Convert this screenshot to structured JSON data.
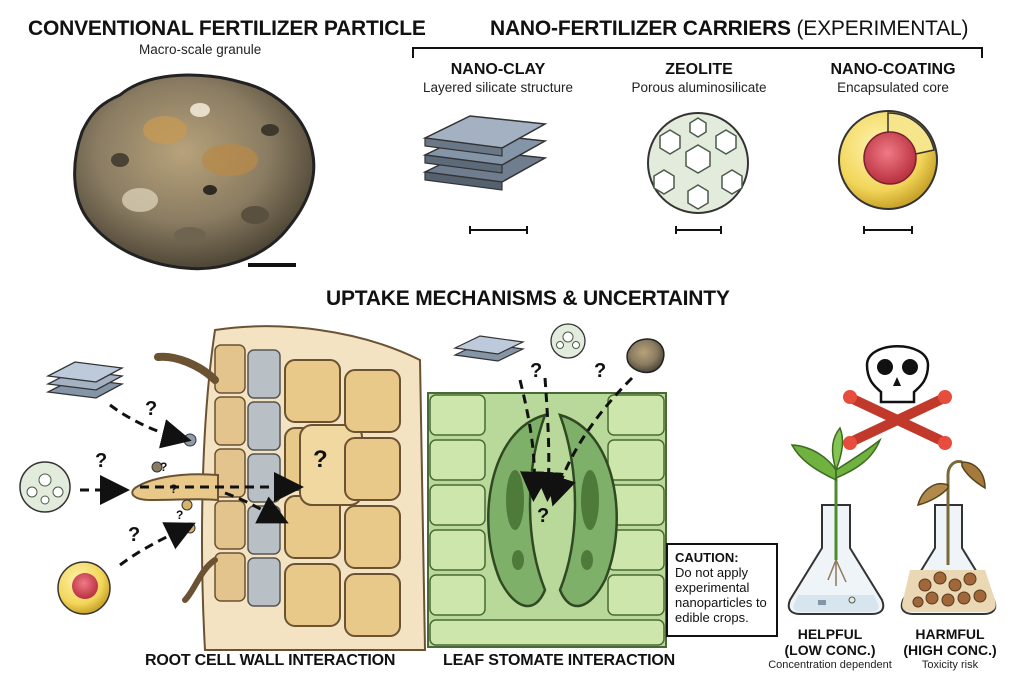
{
  "conventional": {
    "title": "CONVENTIONAL FERTILIZER PARTICLE",
    "subtitle": "Macro-scale granule"
  },
  "nano": {
    "title": "NANO-FERTILIZER CARRIERS",
    "title_suffix": "(EXPERIMENTAL)",
    "carriers": [
      {
        "name": "NANO-CLAY",
        "desc": "Layered silicate structure",
        "icon": "nano-clay-icon"
      },
      {
        "name": "ZEOLITE",
        "desc": "Porous aluminosilicate",
        "icon": "zeolite-icon"
      },
      {
        "name": "NANO-COATING",
        "desc": "Encapsulated core",
        "icon": "nano-coating-icon"
      }
    ]
  },
  "uptake": {
    "title": "UPTAKE MECHANISMS & UNCERTAINTY",
    "root_label": "ROOT CELL WALL INTERACTION",
    "leaf_label": "LEAF STOMATE INTERACTION",
    "unknown_marker": "?"
  },
  "caution": {
    "heading": "CAUTION:",
    "text": "Do not apply experimental nanoparticles to edible crops."
  },
  "outcomes": {
    "helpful_title": "HELPFUL",
    "helpful_sub": "(LOW CONC.)",
    "helpful_note": "Concentration dependent",
    "harmful_title": "HARMFUL",
    "harmful_sub": "(HIGH CONC.)",
    "harmful_note": "Toxicity risk"
  },
  "colors": {
    "granule": "#8a7c62",
    "clay": "#8d9bab",
    "zeolite": "#dfe9d8",
    "coating_shell": "#f2d65a",
    "coating_core": "#d94a5a",
    "root_wall": "#e8c98a",
    "leaf_green": "#7fb069",
    "hazard_red": "#c0392b"
  }
}
